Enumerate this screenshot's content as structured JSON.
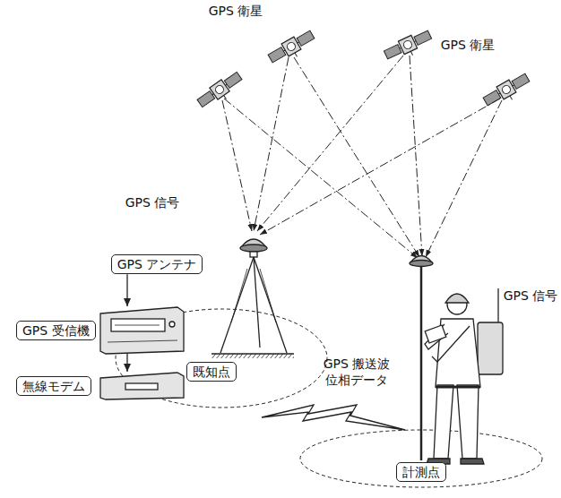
{
  "diagram": {
    "nodes": [
      {
        "text": [
          "GPS アンテナ"
        ]
      },
      {
        "text": [
          "GPS 受信機"
        ]
      },
      {
        "text": [
          "無線モデム"
        ]
      },
      {
        "text": [
          "既知点"
        ]
      },
      {
        "text": [
          "計測点"
        ]
      }
    ],
    "edges": [
      {
        "from": 0,
        "to": 1,
        "arrow": "to"
      },
      {
        "from": 1,
        "to": 2,
        "arrow": "to"
      }
    ],
    "labels": [
      "GPS 衛星",
      "GPS 衛星",
      "GPS 信号",
      "GPS 信号",
      "GPS 搬送波 位相データ"
    ]
  }
}
